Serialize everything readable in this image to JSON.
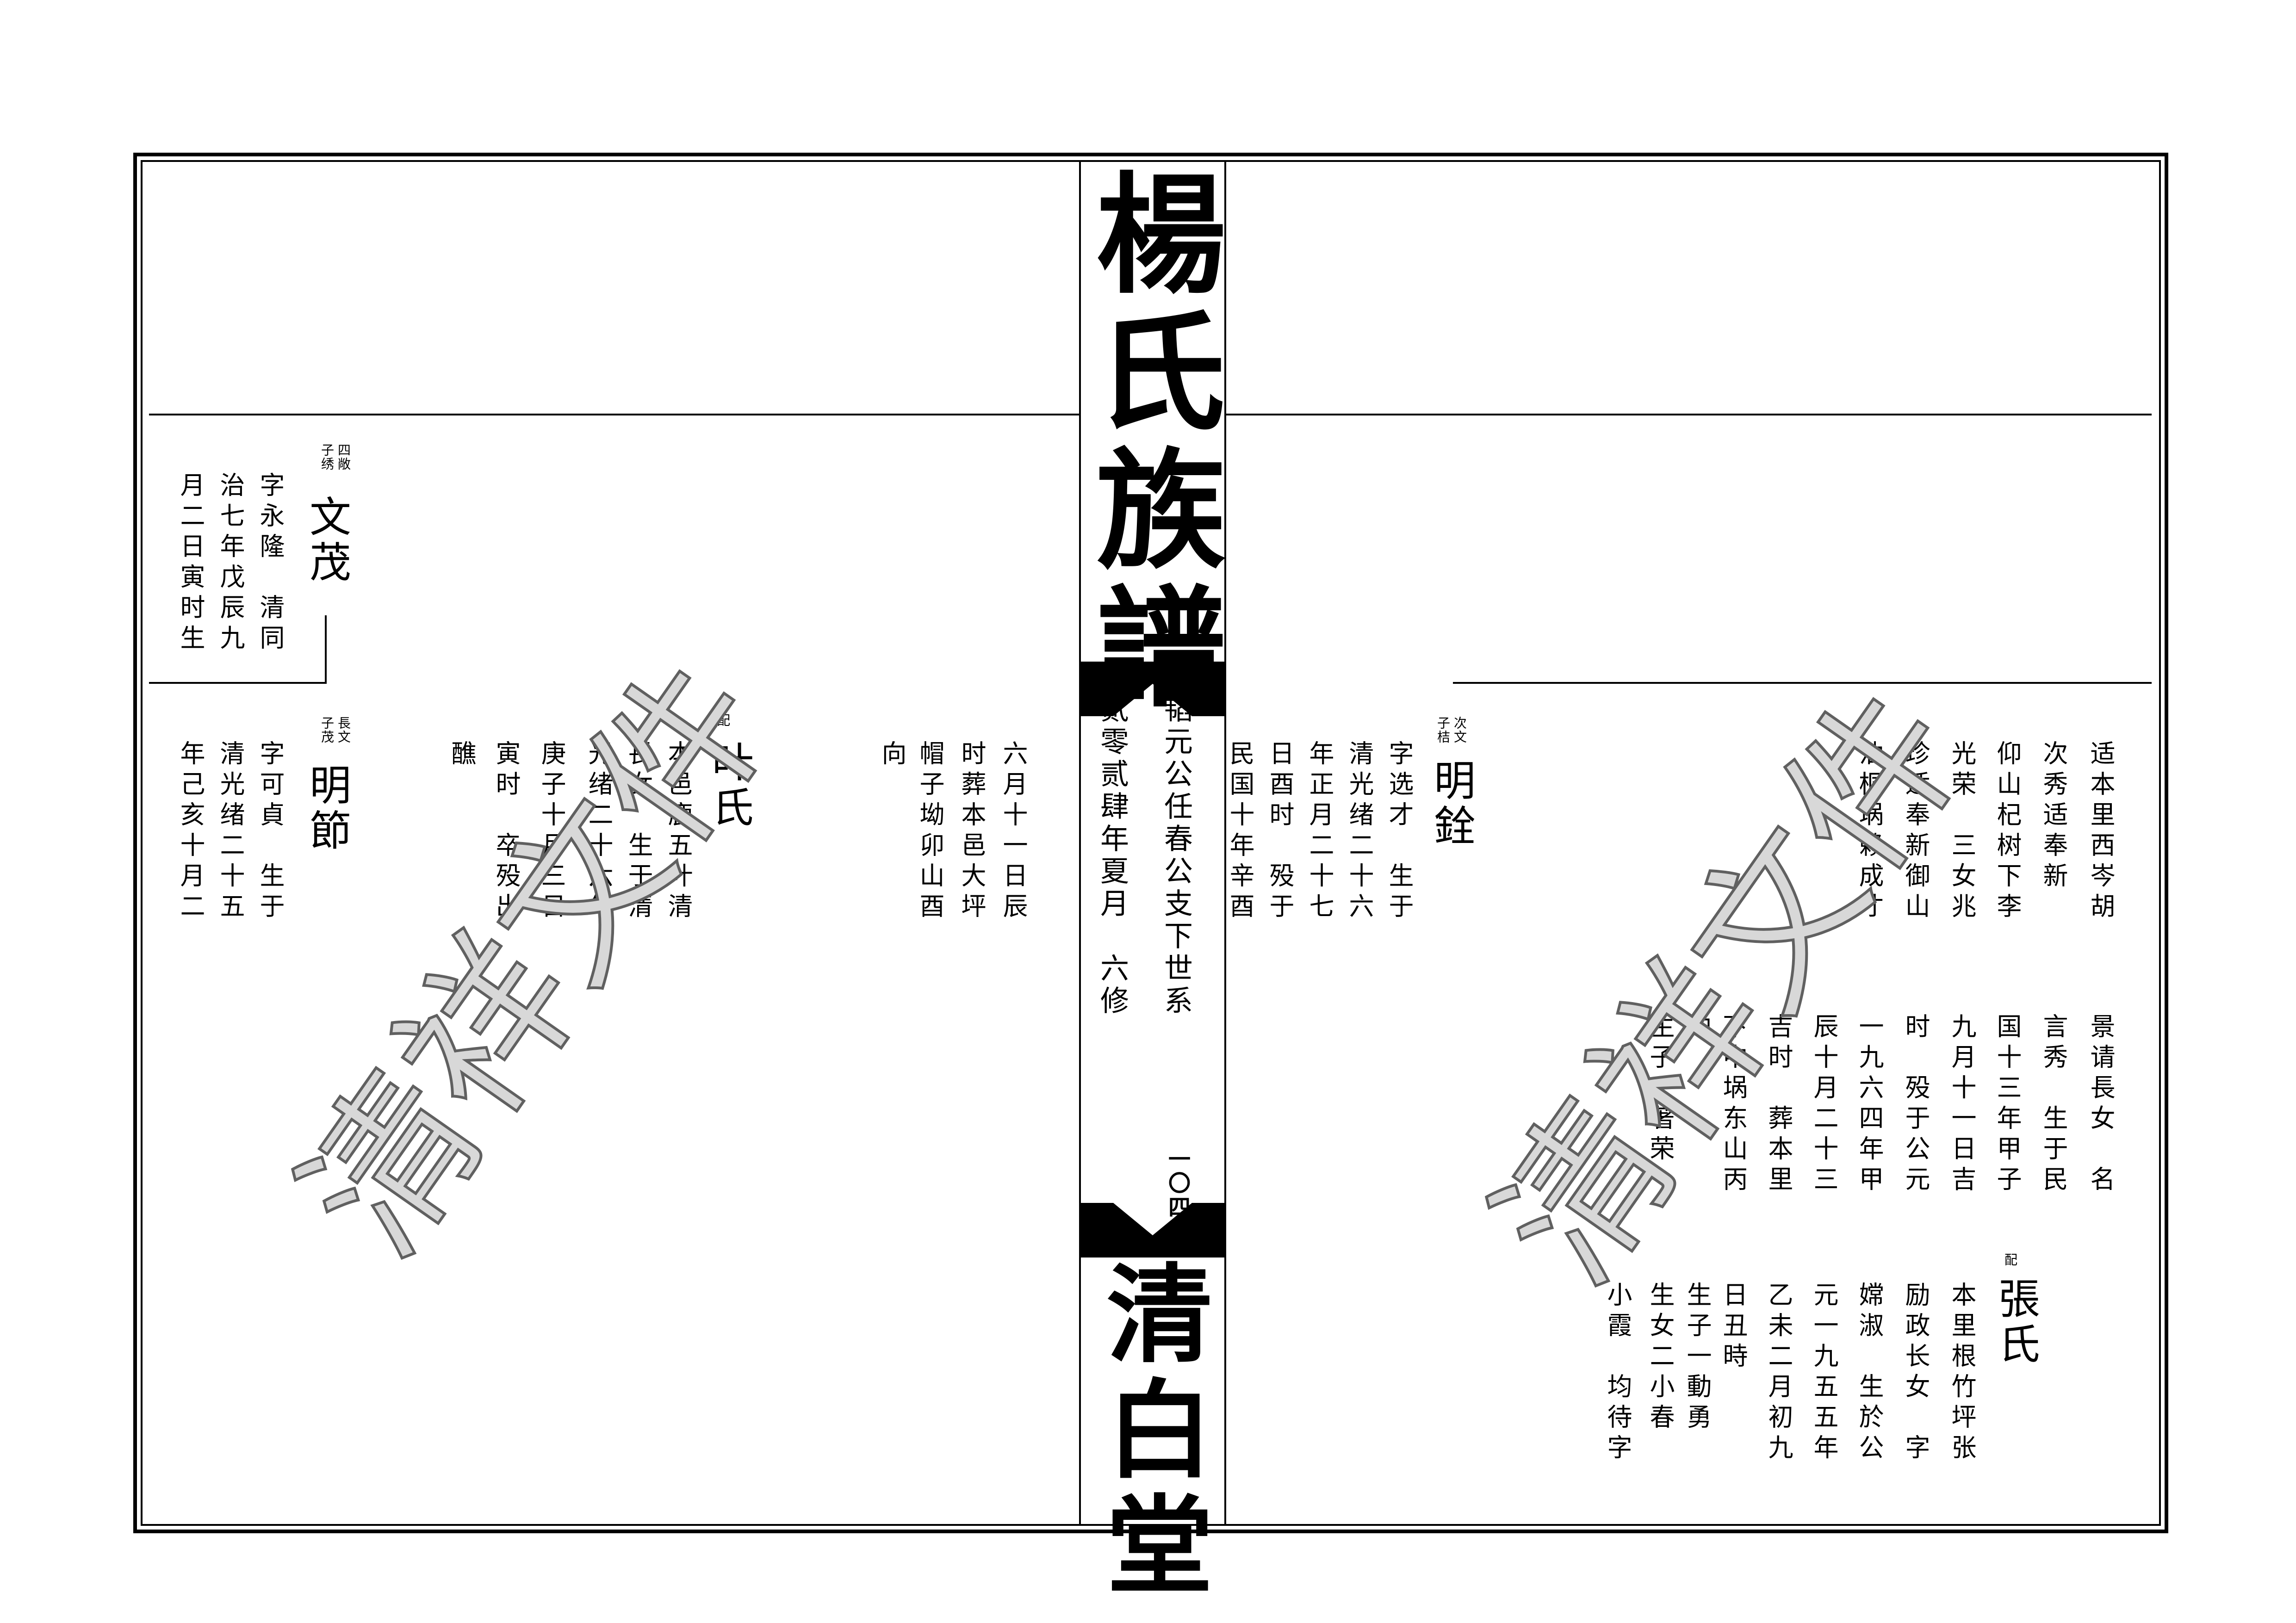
{
  "spine": {
    "title": "楊氏族譜",
    "subtitle": "韬元公任春公支下世系",
    "edition": "贰零贰肆年夏月　六修",
    "page_number": "一〇四",
    "hall": "清白堂"
  },
  "watermark": "清祥文件",
  "left_page": {
    "wenmao": {
      "rank_line1": "四敞",
      "rank_line2": "子绣",
      "name": "文茂",
      "lines": [
        "字永隆　清同",
        "治七年戊辰九",
        "月二日寅时生"
      ]
    },
    "mingjie": {
      "rank_line1": "長文",
      "rank_line2": "子茂",
      "name": "明節",
      "lines": [
        "字可貞　生于",
        "清光绪二十五",
        "年己亥十月二"
      ]
    },
    "ye": {
      "spouse_label": "配",
      "name": "叶氏",
      "lines": [
        "本邑鹿五叶清",
        "長女　生于清",
        "光绪二十六年",
        "庚子十月三日",
        "寅时　卒殁出",
        "醮"
      ]
    },
    "burial": {
      "lines": [
        "六月十一日辰",
        "时葬本邑大坪",
        "帽子坳卯山酉",
        "向"
      ]
    }
  },
  "right_page": {
    "mingquan": {
      "rank_line1": "次文",
      "rank_line2": "子桔",
      "name": "明銓",
      "lines": [
        "字选才　生于",
        "清光绪二十六",
        "年正月二十七",
        "日酉时　殁于",
        "民国十年辛酉"
      ]
    },
    "daughters": {
      "lines": [
        "适本里西岑胡",
        "次秀适奉新",
        "仰山杞树下李",
        "光荣　三女兆",
        "珍适奉新御山",
        "油桐埚赖成才"
      ]
    },
    "jingqing": {
      "lines": [
        "景请長女　名",
        "言秀　生于民",
        "国十三年甲子",
        "九月十一日吉",
        "时　殁于公元",
        "一九六四年甲",
        "辰十月二十三",
        "吉时　葬本里",
        "下中埚东山丙",
        "向",
        "生子一著荣"
      ]
    },
    "zhang": {
      "spouse_label": "配",
      "name": "張氏",
      "lines": [
        "本里根竹坪张",
        "励政长女　字",
        "嫦淑　生於公",
        "元一九五五年",
        "乙未二月初九",
        "日丑時",
        "生子一動勇",
        "生女二小春",
        "小霞　均待字"
      ]
    }
  }
}
